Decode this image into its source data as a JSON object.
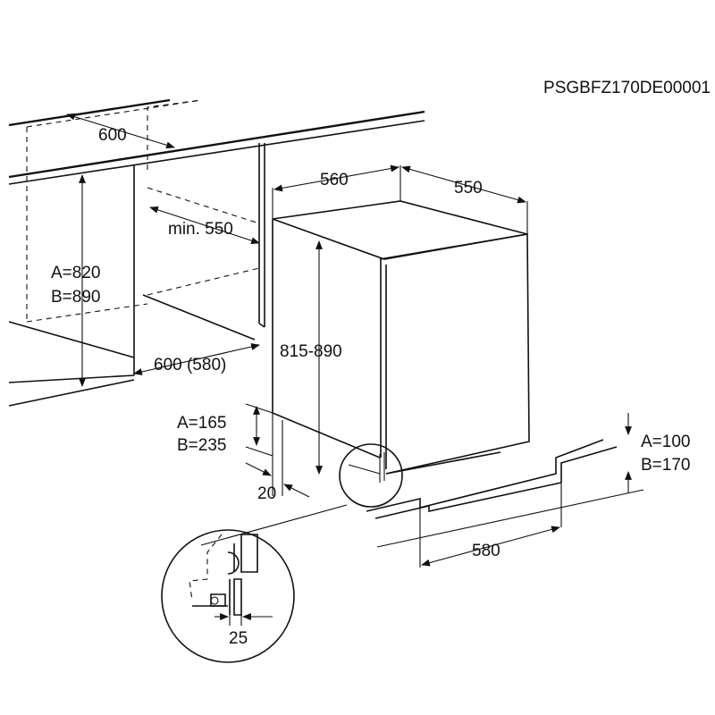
{
  "code": "PSGBFZ170DE00001",
  "niche": {
    "width_top": "600",
    "depth_min": "min. 550",
    "height_a": "A=820",
    "height_b": "B=890",
    "width_bottom": "600 (580)"
  },
  "appliance": {
    "width": "560",
    "depth": "550",
    "height": "815-890",
    "plinth_a": "A=165",
    "plinth_b": "B=235",
    "offset": "20",
    "kick_a": "A=100",
    "kick_b": "B=170",
    "kick_width": "580"
  },
  "detail": {
    "gap": "25"
  }
}
